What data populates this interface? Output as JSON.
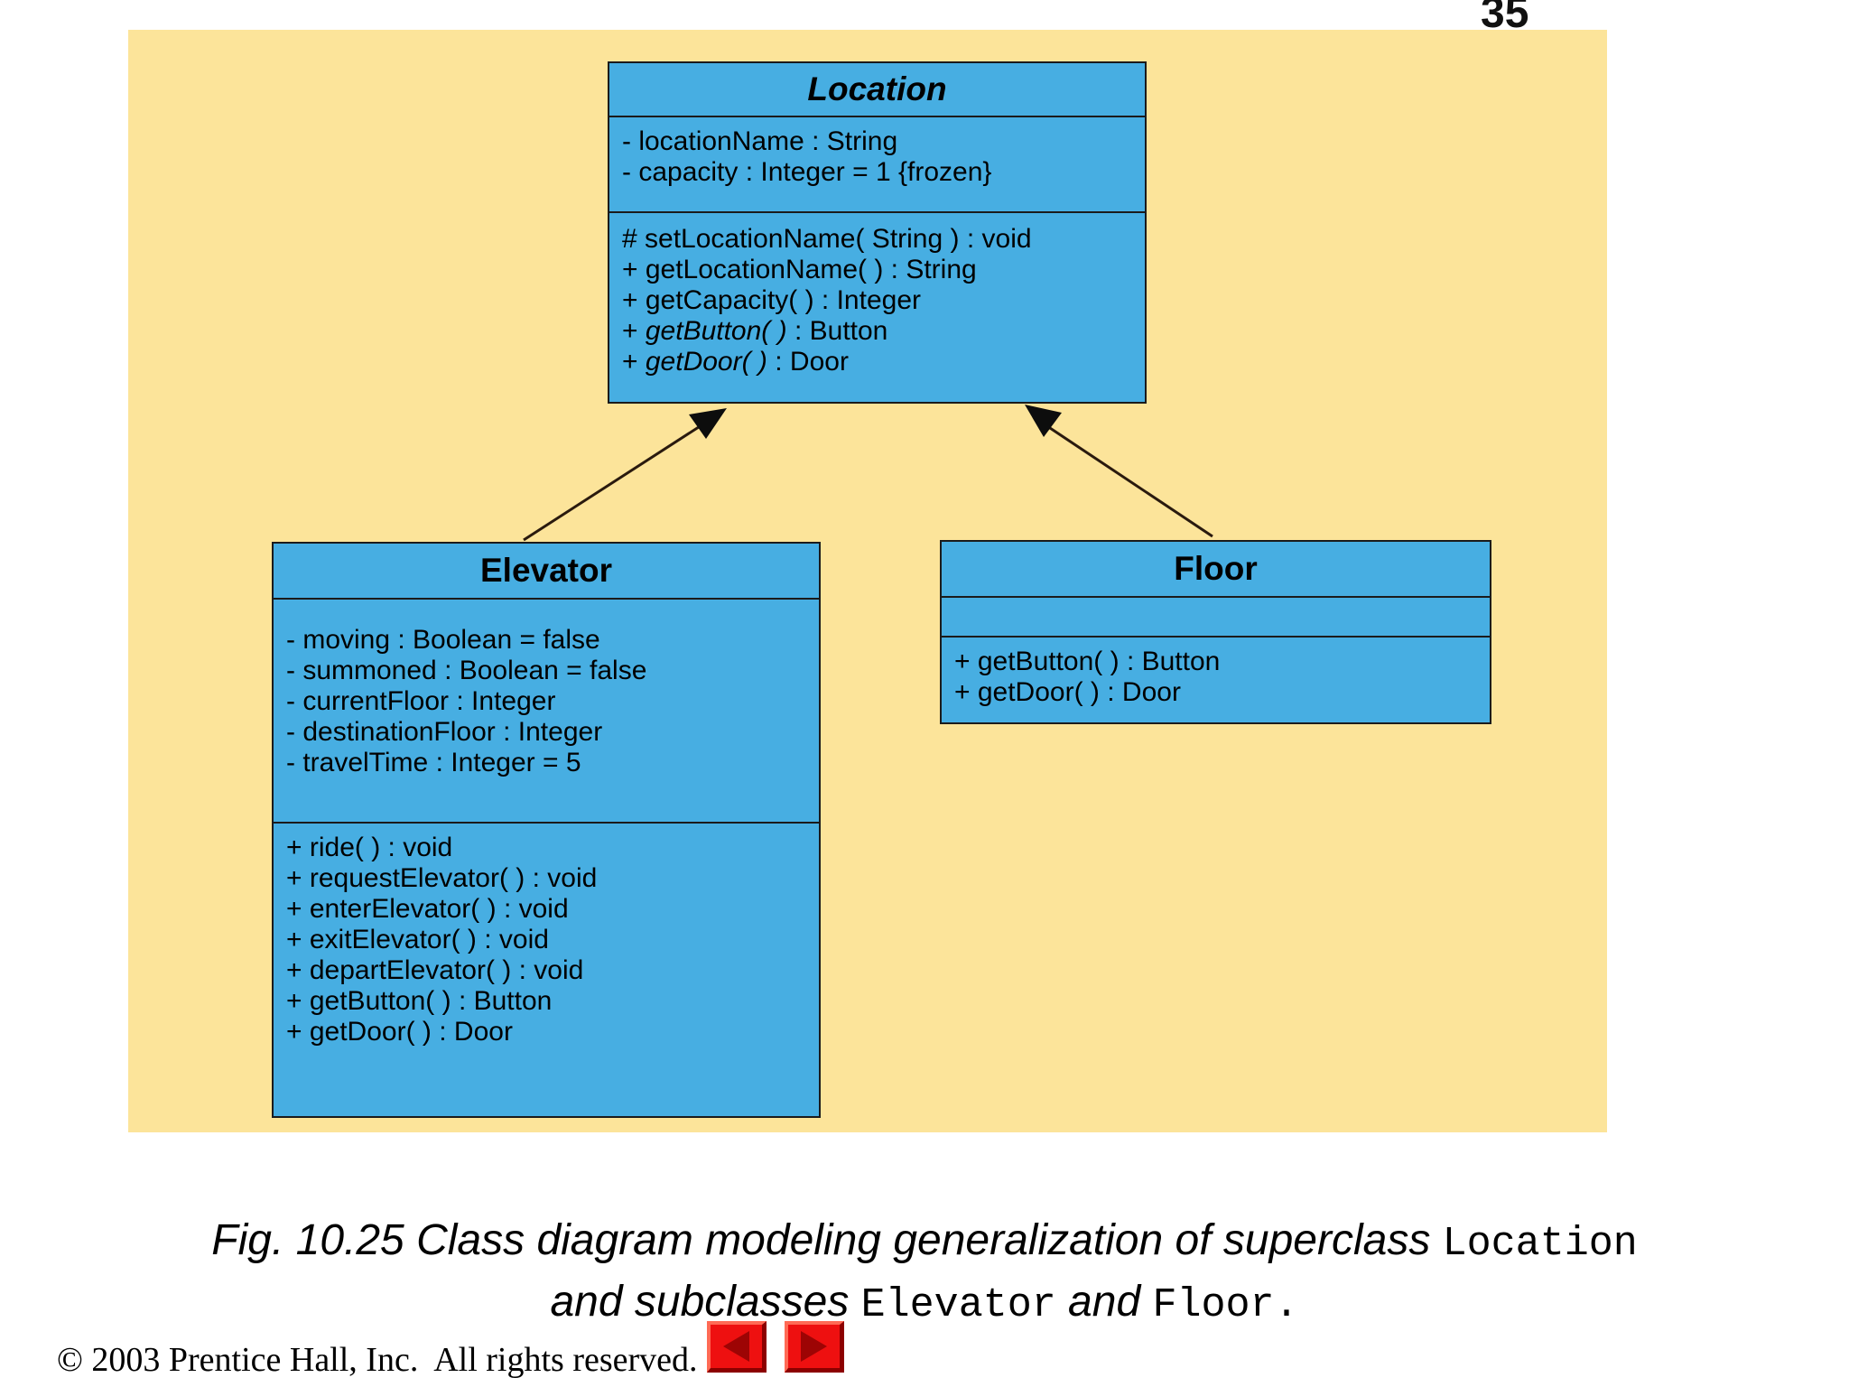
{
  "page_number": "35",
  "colors": {
    "panel_background": "#FCE49A",
    "class_fill": "#47AEE2",
    "class_border": "#1b1b1b",
    "button_red": "#ee1010",
    "button_triangle_red": "#9d0404"
  },
  "diagram": {
    "classes": [
      {
        "title": "Location",
        "attributes": [
          "- locationName : String",
          "- capacity : Integer = 1 {frozen}"
        ],
        "methods": [
          {
            "pre": "# setLocationName( String ) : void",
            "it": "",
            "post": ""
          },
          {
            "pre": "+ getLocationName( ) : String",
            "it": "",
            "post": ""
          },
          {
            "pre": "+ getCapacity( ) : Integer",
            "it": "",
            "post": ""
          },
          {
            "pre": "+ ",
            "it": "getButton( )",
            "post": " : Button"
          },
          {
            "pre": "+ ",
            "it": "getDoor( )",
            "post": " : Door"
          }
        ]
      },
      {
        "title": "Elevator",
        "attributes": [
          "- moving : Boolean = false",
          "- summoned : Boolean = false",
          "- currentFloor : Integer",
          "- destinationFloor : Integer",
          "- travelTime : Integer = 5"
        ],
        "methods": [
          {
            "pre": "+ ride( ) : void",
            "it": "",
            "post": ""
          },
          {
            "pre": "+ requestElevator( ) : void",
            "it": "",
            "post": ""
          },
          {
            "pre": "+ enterElevator( ) : void",
            "it": "",
            "post": ""
          },
          {
            "pre": "+ exitElevator( ) : void",
            "it": "",
            "post": ""
          },
          {
            "pre": "+ departElevator( ) : void",
            "it": "",
            "post": ""
          },
          {
            "pre": "+ getButton( ) : Button",
            "it": "",
            "post": ""
          },
          {
            "pre": "+ getDoor( ) : Door",
            "it": "",
            "post": ""
          }
        ]
      },
      {
        "title": "Floor",
        "attributes": [],
        "methods": [
          {
            "pre": "+ getButton( ) : Button",
            "it": "",
            "post": ""
          },
          {
            "pre": "+ getDoor( ) : Door",
            "it": "",
            "post": ""
          }
        ]
      }
    ]
  },
  "caption": {
    "line1_text": "Fig. 10.25 Class diagram modeling generalization of superclass ",
    "line1_code": "Location",
    "line2_text1": "and subclasses ",
    "line2_code1": "Elevator",
    "line2_text2": " and ",
    "line2_code2": "Floor."
  },
  "footer": {
    "copyright": "© 2003 Prentice Hall, Inc.  All rights reserved.",
    "prev_icon": "left-arrow-icon",
    "next_icon": "right-arrow-icon"
  }
}
